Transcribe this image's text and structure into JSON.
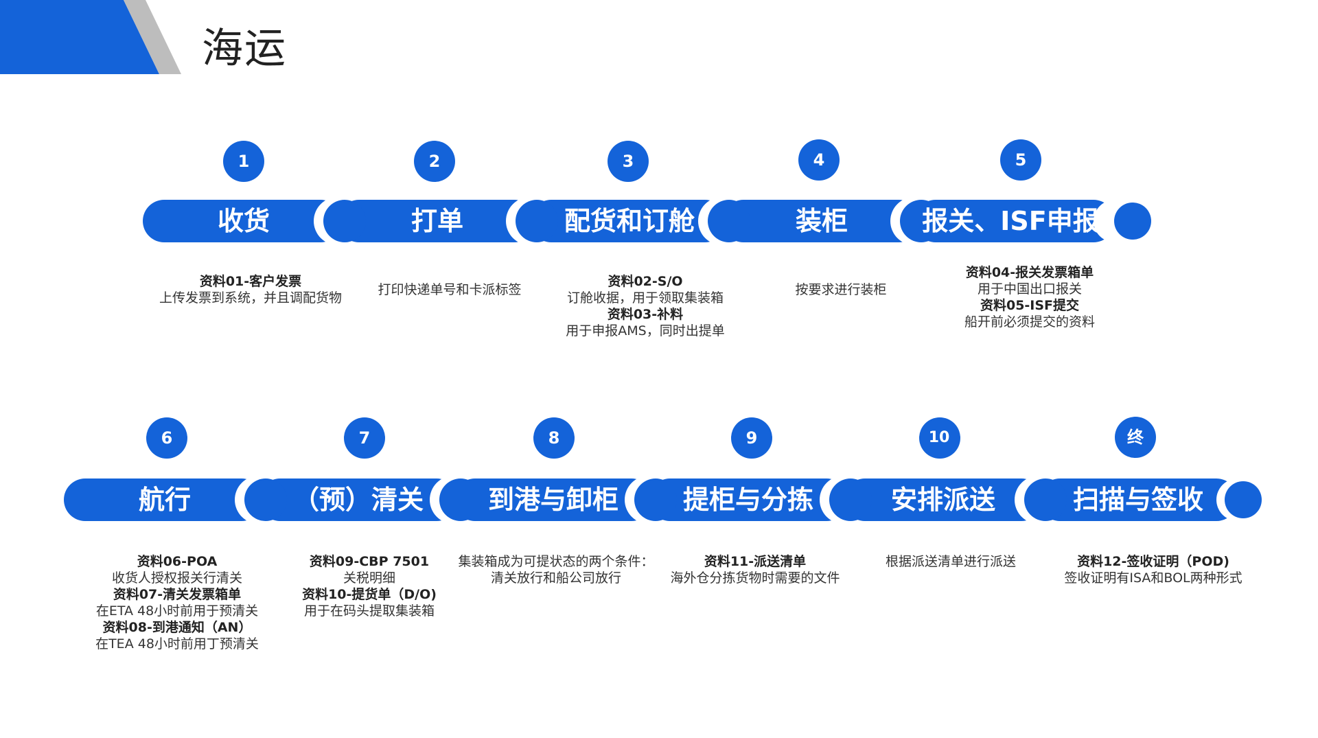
{
  "page": {
    "title": "海运"
  },
  "colors": {
    "accent": "#1463d9",
    "accent_dark": "#1a5fc8",
    "gray_stripe": "#bdbdbd"
  },
  "steps": [
    {
      "number": "1",
      "label": "收货",
      "lines": [
        {
          "text": "资料01-客户发票",
          "bold": true
        },
        {
          "text": "上传发票到系统，并且调配货物",
          "bold": false
        }
      ]
    },
    {
      "number": "2",
      "label": "打单",
      "lines": [
        {
          "text": "打印快递单号和卡派标签",
          "bold": false
        }
      ]
    },
    {
      "number": "3",
      "label": "配货和订舱",
      "lines": [
        {
          "text": "资料02-S/O",
          "bold": true
        },
        {
          "text": "订舱收据，用于领取集装箱",
          "bold": false
        },
        {
          "text": "资料03-补料",
          "bold": true
        },
        {
          "text": "用于申报AMS，同时出提单",
          "bold": false
        }
      ]
    },
    {
      "number": "4",
      "label": "装柜",
      "lines": [
        {
          "text": "按要求进行装柜",
          "bold": false
        }
      ]
    },
    {
      "number": "5",
      "label": "报关、ISF申报",
      "lines": [
        {
          "text": "资料04-报关发票箱单",
          "bold": true
        },
        {
          "text": "用于中国出口报关",
          "bold": false
        },
        {
          "text": "资料05-ISF提交",
          "bold": true
        },
        {
          "text": "船开前必须提交的资料",
          "bold": false
        }
      ]
    },
    {
      "number": "6",
      "label": "航行",
      "lines": [
        {
          "text": "资料06-POA",
          "bold": true
        },
        {
          "text": "收货人授权报关行清关",
          "bold": false
        },
        {
          "text": "资料07-清关发票箱单",
          "bold": true
        },
        {
          "text": "在ETA 48小时前用于预清关",
          "bold": false
        },
        {
          "text": "资料08-到港通知（AN）",
          "bold": true
        },
        {
          "text": "在TEA 48小时前用丁预清关",
          "bold": false
        }
      ]
    },
    {
      "number": "7",
      "label": "（预）清关",
      "lines": [
        {
          "text": "资料09-CBP 7501",
          "bold": true
        },
        {
          "text": "关税明细",
          "bold": false
        },
        {
          "text": "资料10-提货单（D/O)",
          "bold": true
        },
        {
          "text": "用于在码头提取集装箱",
          "bold": false
        }
      ]
    },
    {
      "number": "8",
      "label": "到港与卸柜",
      "lines": [
        {
          "text": "集装箱成为可提状态的两个条件：",
          "bold": false
        },
        {
          "text": "清关放行和船公司放行",
          "bold": false
        }
      ]
    },
    {
      "number": "9",
      "label": "提柜与分拣",
      "lines": [
        {
          "text": "资料11-派送清单",
          "bold": true
        },
        {
          "text": "海外仓分拣货物时需要的文件",
          "bold": false
        }
      ]
    },
    {
      "number": "10",
      "label": "安排派送",
      "lines": [
        {
          "text": "根据派送清单进行派送",
          "bold": false
        }
      ]
    },
    {
      "number": "终",
      "label": "扫描与签收",
      "lines": [
        {
          "text": "资料12-签收证明（POD)",
          "bold": true
        },
        {
          "text": "签收证明有ISA和BOL两种形式",
          "bold": false
        }
      ]
    }
  ]
}
